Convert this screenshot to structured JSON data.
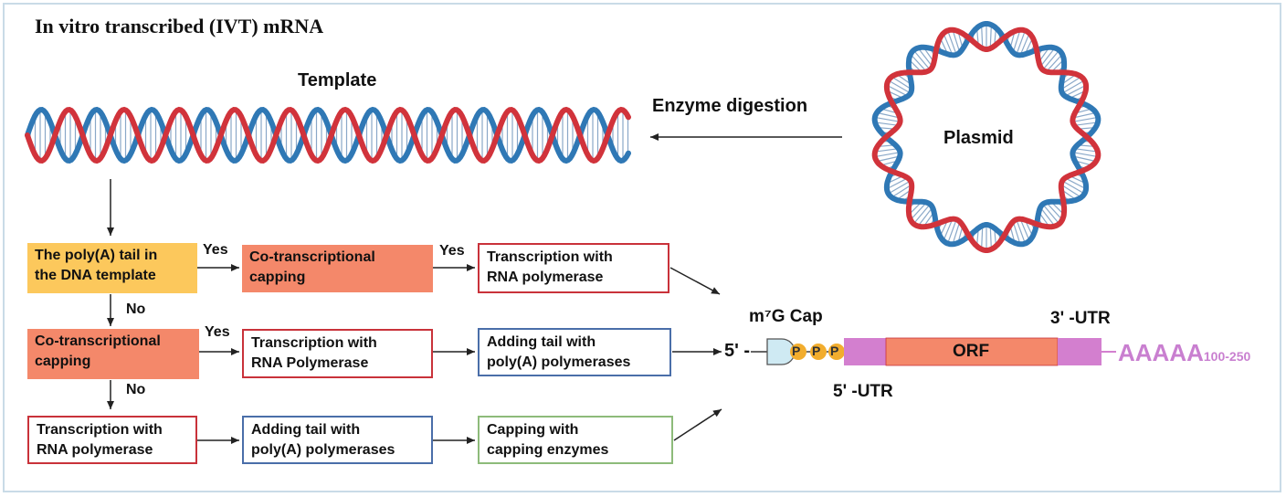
{
  "title": "In vitro transcribed (IVT) mRNA",
  "template_label": "Template",
  "enzyme_label": "Enzyme digestion",
  "plasmid_label": "Plasmid",
  "flow": {
    "polyA_template": [
      "The poly(A) tail in",
      "the DNA template"
    ],
    "cotx_capping_top": [
      "Co-transcriptional",
      "capping"
    ],
    "tx_rna_pol_top": [
      "Transcription with",
      "RNA polymerase"
    ],
    "cotx_capping_mid": [
      "Co-transcriptional",
      "capping"
    ],
    "tx_rna_pol_mid": [
      "Transcription with",
      "RNA Polymerase"
    ],
    "adding_tail_mid": [
      "Adding tail with",
      "poly(A) polymerases"
    ],
    "tx_rna_pol_bot": [
      "Transcription with",
      "RNA polymerase"
    ],
    "adding_tail_bot": [
      "Adding tail with",
      "poly(A) polymerases"
    ],
    "capping_enzymes": [
      "Capping with",
      "capping enzymes"
    ],
    "yes1": "Yes",
    "yes2": "Yes",
    "yes3": "Yes",
    "no1": "No",
    "no2": "No"
  },
  "mrna": {
    "cap_label": "m⁷G Cap",
    "five_prime": "5' -",
    "p_labels": [
      "P",
      "P",
      "P"
    ],
    "orf_label": "ORF",
    "utr5_label": "5' -UTR",
    "utr3_label": "3' -UTR",
    "polyA": "AAAAA",
    "polyA_sub": "100-250"
  },
  "colors": {
    "dna_red": "#d1333b",
    "dna_blue": "#2f78b5",
    "orf": "#f4886a",
    "utr": "#d37fcf",
    "phosphate": "#f2ad2e",
    "cap": "#cfeaf3"
  }
}
